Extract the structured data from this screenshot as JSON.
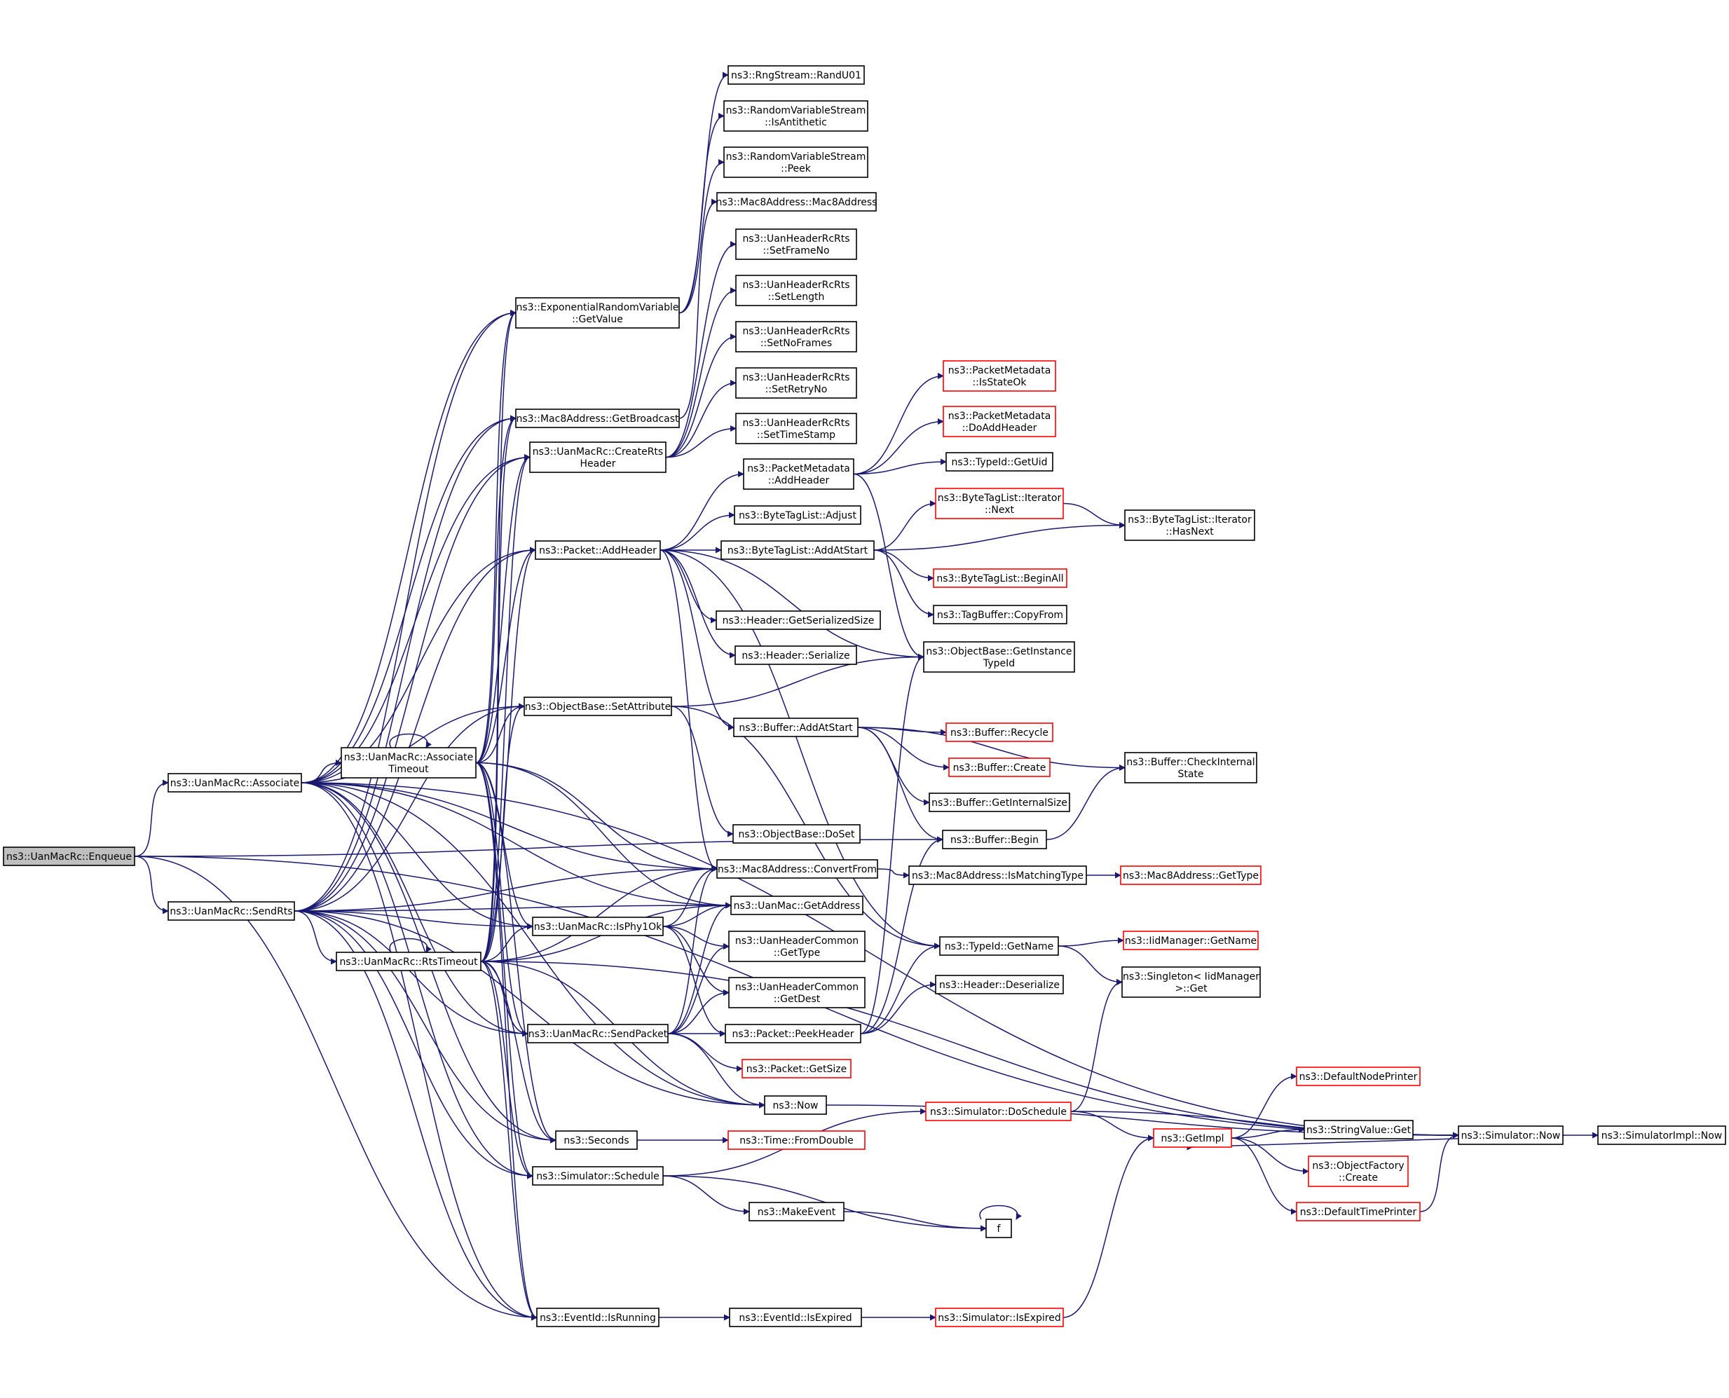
{
  "graph": {
    "colors": {
      "edge": "#191970",
      "node_border": "#000000",
      "truncated_border": "#ff0000",
      "root_fill": "#bfbfbf",
      "node_fill": "#ffffff"
    },
    "nodes": [
      {
        "id": "enqueue",
        "lines": [
          "ns3::UanMacRc::Enqueue"
        ],
        "root": true
      },
      {
        "id": "associate",
        "lines": [
          "ns3::UanMacRc::Associate"
        ]
      },
      {
        "id": "sendrts",
        "lines": [
          "ns3::UanMacRc::SendRts"
        ]
      },
      {
        "id": "assoctimeout",
        "lines": [
          "ns3::UanMacRc::Associate",
          "Timeout"
        ]
      },
      {
        "id": "rtstimeout",
        "lines": [
          "ns3::UanMacRc::RtsTimeout"
        ]
      },
      {
        "id": "expgetvalue",
        "lines": [
          "ns3::ExponentialRandomVariable",
          "::GetValue"
        ]
      },
      {
        "id": "getbroadcast",
        "lines": [
          "ns3::Mac8Address::GetBroadcast"
        ]
      },
      {
        "id": "creatertsheader",
        "lines": [
          "ns3::UanMacRc::CreateRts",
          "Header"
        ]
      },
      {
        "id": "packetaddheader",
        "lines": [
          "ns3::Packet::AddHeader"
        ]
      },
      {
        "id": "setattribute",
        "lines": [
          "ns3::ObjectBase::SetAttribute"
        ]
      },
      {
        "id": "isphy1ok",
        "lines": [
          "ns3::UanMacRc::IsPhy1Ok"
        ]
      },
      {
        "id": "sendpacket",
        "lines": [
          "ns3::UanMacRc::SendPacket"
        ]
      },
      {
        "id": "seconds",
        "lines": [
          "ns3::Seconds"
        ]
      },
      {
        "id": "simschedule",
        "lines": [
          "ns3::Simulator::Schedule"
        ]
      },
      {
        "id": "isrunning",
        "lines": [
          "ns3::EventId::IsRunning"
        ]
      },
      {
        "id": "randu01",
        "lines": [
          "ns3::RngStream::RandU01"
        ]
      },
      {
        "id": "isantithetic",
        "lines": [
          "ns3::RandomVariableStream",
          "::IsAntithetic"
        ]
      },
      {
        "id": "rvspeek",
        "lines": [
          "ns3::RandomVariableStream",
          "::Peek"
        ]
      },
      {
        "id": "mac8ctor",
        "lines": [
          "ns3::Mac8Address::Mac8Address"
        ]
      },
      {
        "id": "setframeno",
        "lines": [
          "ns3::UanHeaderRcRts",
          "::SetFrameNo"
        ]
      },
      {
        "id": "setlength",
        "lines": [
          "ns3::UanHeaderRcRts",
          "::SetLength"
        ]
      },
      {
        "id": "setnoframes",
        "lines": [
          "ns3::UanHeaderRcRts",
          "::SetNoFrames"
        ]
      },
      {
        "id": "setretryno",
        "lines": [
          "ns3::UanHeaderRcRts",
          "::SetRetryNo"
        ]
      },
      {
        "id": "settimestamp",
        "lines": [
          "ns3::UanHeaderRcRts",
          "::SetTimeStamp"
        ]
      },
      {
        "id": "pmaddheader",
        "lines": [
          "ns3::PacketMetadata",
          "::AddHeader"
        ]
      },
      {
        "id": "btladjust",
        "lines": [
          "ns3::ByteTagList::Adjust"
        ]
      },
      {
        "id": "btladdatstart",
        "lines": [
          "ns3::ByteTagList::AddAtStart"
        ]
      },
      {
        "id": "hgetserialized",
        "lines": [
          "ns3::Header::GetSerializedSize"
        ]
      },
      {
        "id": "hserialize",
        "lines": [
          "ns3::Header::Serialize"
        ]
      },
      {
        "id": "bufaddatstart",
        "lines": [
          "ns3::Buffer::AddAtStart"
        ]
      },
      {
        "id": "objdoset",
        "lines": [
          "ns3::ObjectBase::DoSet"
        ]
      },
      {
        "id": "convertfrom",
        "lines": [
          "ns3::Mac8Address::ConvertFrom"
        ]
      },
      {
        "id": "uangetaddress",
        "lines": [
          "ns3::UanMac::GetAddress"
        ]
      },
      {
        "id": "uhcgettype",
        "lines": [
          "ns3::UanHeaderCommon",
          "::GetType"
        ]
      },
      {
        "id": "uhcgetdest",
        "lines": [
          "ns3::UanHeaderCommon",
          "::GetDest"
        ]
      },
      {
        "id": "peekheader",
        "lines": [
          "ns3::Packet::PeekHeader"
        ]
      },
      {
        "id": "packetgetsize",
        "lines": [
          "ns3::Packet::GetSize"
        ],
        "truncated": true
      },
      {
        "id": "now",
        "lines": [
          "ns3::Now"
        ]
      },
      {
        "id": "fromdouble",
        "lines": [
          "ns3::Time::FromDouble"
        ],
        "truncated": true
      },
      {
        "id": "makeevent",
        "lines": [
          "ns3::MakeEvent"
        ]
      },
      {
        "id": "f",
        "lines": [
          "f"
        ]
      },
      {
        "id": "isexpired",
        "lines": [
          "ns3::EventId::IsExpired"
        ]
      },
      {
        "id": "pmisstateok",
        "lines": [
          "ns3::PacketMetadata",
          "::IsStateOk"
        ],
        "truncated": true
      },
      {
        "id": "pmdoaddheader",
        "lines": [
          "ns3::PacketMetadata",
          "::DoAddHeader"
        ],
        "truncated": true
      },
      {
        "id": "typeidgetuid",
        "lines": [
          "ns3::TypeId::GetUid"
        ]
      },
      {
        "id": "btliternext",
        "lines": [
          "ns3::ByteTagList::Iterator",
          "::Next"
        ],
        "truncated": true
      },
      {
        "id": "btlbeginall",
        "lines": [
          "ns3::ByteTagList::BeginAll"
        ],
        "truncated": true
      },
      {
        "id": "tagbufcopyfrom",
        "lines": [
          "ns3::TagBuffer::CopyFrom"
        ]
      },
      {
        "id": "getinstancetypeid",
        "lines": [
          "ns3::ObjectBase::GetInstance",
          "TypeId"
        ]
      },
      {
        "id": "bufrecycle",
        "lines": [
          "ns3::Buffer::Recycle"
        ],
        "truncated": true
      },
      {
        "id": "bufcreate",
        "lines": [
          "ns3::Buffer::Create"
        ],
        "truncated": true
      },
      {
        "id": "bufgetinternalsize",
        "lines": [
          "ns3::Buffer::GetInternalSize"
        ]
      },
      {
        "id": "bufbegin",
        "lines": [
          "ns3::Buffer::Begin"
        ]
      },
      {
        "id": "ismatchingtype",
        "lines": [
          "ns3::Mac8Address::IsMatchingType"
        ]
      },
      {
        "id": "typeidgetname",
        "lines": [
          "ns3::TypeId::GetName"
        ]
      },
      {
        "id": "hdeserialize",
        "lines": [
          "ns3::Header::Deserialize"
        ]
      },
      {
        "id": "simdoschedule",
        "lines": [
          "ns3::Simulator::DoSchedule"
        ],
        "truncated": true
      },
      {
        "id": "simisexpired",
        "lines": [
          "ns3::Simulator::IsExpired"
        ],
        "truncated": true
      },
      {
        "id": "btliterhasnext",
        "lines": [
          "ns3::ByteTagList::Iterator",
          "::HasNext"
        ]
      },
      {
        "id": "bufcheckinternal",
        "lines": [
          "ns3::Buffer::CheckInternal",
          "State"
        ]
      },
      {
        "id": "mac8gettype",
        "lines": [
          "ns3::Mac8Address::GetType"
        ],
        "truncated": true
      },
      {
        "id": "iidmgetname",
        "lines": [
          "ns3::IidManager::GetName"
        ],
        "truncated": true
      },
      {
        "id": "singletonget",
        "lines": [
          "ns3::Singleton< IidManager",
          ">::Get"
        ]
      },
      {
        "id": "getimpl",
        "lines": [
          "ns3::GetImpl"
        ],
        "truncated": true
      },
      {
        "id": "defaultnodeprinter",
        "lines": [
          "ns3::DefaultNodePrinter"
        ],
        "truncated": true
      },
      {
        "id": "stringvalueget",
        "lines": [
          "ns3::StringValue::Get"
        ]
      },
      {
        "id": "objectfactorycreate",
        "lines": [
          "ns3::ObjectFactory",
          "::Create"
        ],
        "truncated": true
      },
      {
        "id": "defaulttimeprinter",
        "lines": [
          "ns3::DefaultTimePrinter"
        ],
        "truncated": true
      },
      {
        "id": "simnow",
        "lines": [
          "ns3::Simulator::Now"
        ]
      },
      {
        "id": "simimplnow",
        "lines": [
          "ns3::SimulatorImpl::Now"
        ]
      }
    ],
    "edges": [
      [
        "enqueue",
        "associate"
      ],
      [
        "enqueue",
        "sendrts"
      ],
      [
        "enqueue",
        "isrunning"
      ],
      [
        "enqueue",
        "simnow"
      ],
      [
        "enqueue",
        "bufbegin"
      ],
      [
        "associate",
        "assoctimeout"
      ],
      [
        "associate",
        "expgetvalue"
      ],
      [
        "associate",
        "getbroadcast"
      ],
      [
        "associate",
        "creatertsheader"
      ],
      [
        "associate",
        "packetaddheader"
      ],
      [
        "associate",
        "setattribute"
      ],
      [
        "associate",
        "isphy1ok"
      ],
      [
        "associate",
        "sendpacket"
      ],
      [
        "associate",
        "seconds"
      ],
      [
        "associate",
        "simschedule"
      ],
      [
        "associate",
        "isrunning"
      ],
      [
        "associate",
        "convertfrom"
      ],
      [
        "associate",
        "uangetaddress"
      ],
      [
        "associate",
        "now"
      ],
      [
        "associate",
        "simnow"
      ],
      [
        "sendrts",
        "rtstimeout"
      ],
      [
        "sendrts",
        "expgetvalue"
      ],
      [
        "sendrts",
        "getbroadcast"
      ],
      [
        "sendrts",
        "creatertsheader"
      ],
      [
        "sendrts",
        "packetaddheader"
      ],
      [
        "sendrts",
        "setattribute"
      ],
      [
        "sendrts",
        "isphy1ok"
      ],
      [
        "sendrts",
        "sendpacket"
      ],
      [
        "sendrts",
        "seconds"
      ],
      [
        "sendrts",
        "simschedule"
      ],
      [
        "sendrts",
        "isrunning"
      ],
      [
        "sendrts",
        "convertfrom"
      ],
      [
        "sendrts",
        "uangetaddress"
      ],
      [
        "sendrts",
        "now"
      ],
      [
        "assoctimeout",
        "assoctimeout"
      ],
      [
        "assoctimeout",
        "expgetvalue"
      ],
      [
        "assoctimeout",
        "getbroadcast"
      ],
      [
        "assoctimeout",
        "creatertsheader"
      ],
      [
        "assoctimeout",
        "packetaddheader"
      ],
      [
        "assoctimeout",
        "setattribute"
      ],
      [
        "assoctimeout",
        "isphy1ok"
      ],
      [
        "assoctimeout",
        "sendpacket"
      ],
      [
        "assoctimeout",
        "seconds"
      ],
      [
        "assoctimeout",
        "simschedule"
      ],
      [
        "assoctimeout",
        "isrunning"
      ],
      [
        "assoctimeout",
        "convertfrom"
      ],
      [
        "assoctimeout",
        "uangetaddress"
      ],
      [
        "rtstimeout",
        "rtstimeout"
      ],
      [
        "rtstimeout",
        "expgetvalue"
      ],
      [
        "rtstimeout",
        "getbroadcast"
      ],
      [
        "rtstimeout",
        "creatertsheader"
      ],
      [
        "rtstimeout",
        "packetaddheader"
      ],
      [
        "rtstimeout",
        "setattribute"
      ],
      [
        "rtstimeout",
        "isphy1ok"
      ],
      [
        "rtstimeout",
        "sendpacket"
      ],
      [
        "rtstimeout",
        "seconds"
      ],
      [
        "rtstimeout",
        "simschedule"
      ],
      [
        "rtstimeout",
        "isrunning"
      ],
      [
        "rtstimeout",
        "convertfrom"
      ],
      [
        "rtstimeout",
        "uangetaddress"
      ],
      [
        "rtstimeout",
        "now"
      ],
      [
        "rtstimeout",
        "simnow"
      ],
      [
        "expgetvalue",
        "randu01"
      ],
      [
        "expgetvalue",
        "isantithetic"
      ],
      [
        "expgetvalue",
        "rvspeek"
      ],
      [
        "getbroadcast",
        "mac8ctor"
      ],
      [
        "creatertsheader",
        "setframeno"
      ],
      [
        "creatertsheader",
        "setlength"
      ],
      [
        "creatertsheader",
        "setnoframes"
      ],
      [
        "creatertsheader",
        "setretryno"
      ],
      [
        "creatertsheader",
        "settimestamp"
      ],
      [
        "packetaddheader",
        "pmaddheader"
      ],
      [
        "packetaddheader",
        "btladjust"
      ],
      [
        "packetaddheader",
        "btladdatstart"
      ],
      [
        "packetaddheader",
        "hgetserialized"
      ],
      [
        "packetaddheader",
        "hserialize"
      ],
      [
        "packetaddheader",
        "bufaddatstart"
      ],
      [
        "packetaddheader",
        "getinstancetypeid"
      ],
      [
        "packetaddheader",
        "typeidgetname"
      ],
      [
        "packetaddheader",
        "convertfrom"
      ],
      [
        "setattribute",
        "getinstancetypeid"
      ],
      [
        "setattribute",
        "objdoset"
      ],
      [
        "setattribute",
        "typeidgetname"
      ],
      [
        "isphy1ok",
        "uhcgettype"
      ],
      [
        "isphy1ok",
        "uhcgetdest"
      ],
      [
        "isphy1ok",
        "peekheader"
      ],
      [
        "isphy1ok",
        "convertfrom"
      ],
      [
        "isphy1ok",
        "uangetaddress"
      ],
      [
        "sendpacket",
        "convertfrom"
      ],
      [
        "sendpacket",
        "uangetaddress"
      ],
      [
        "sendpacket",
        "uhcgettype"
      ],
      [
        "sendpacket",
        "uhcgetdest"
      ],
      [
        "sendpacket",
        "peekheader"
      ],
      [
        "sendpacket",
        "packetgetsize"
      ],
      [
        "sendpacket",
        "now"
      ],
      [
        "seconds",
        "fromdouble"
      ],
      [
        "simschedule",
        "makeevent"
      ],
      [
        "simschedule",
        "f"
      ],
      [
        "simschedule",
        "simdoschedule"
      ],
      [
        "isrunning",
        "isexpired"
      ],
      [
        "makeevent",
        "f"
      ],
      [
        "f",
        "f"
      ],
      [
        "isexpired",
        "simisexpired"
      ],
      [
        "pmaddheader",
        "pmisstateok"
      ],
      [
        "pmaddheader",
        "pmdoaddheader"
      ],
      [
        "pmaddheader",
        "typeidgetuid"
      ],
      [
        "pmaddheader",
        "getinstancetypeid"
      ],
      [
        "btladdatstart",
        "btliternext"
      ],
      [
        "btladdatstart",
        "btlbeginall"
      ],
      [
        "btladdatstart",
        "tagbufcopyfrom"
      ],
      [
        "btladdatstart",
        "btliterhasnext"
      ],
      [
        "btliternext",
        "btliterhasnext"
      ],
      [
        "bufaddatstart",
        "bufrecycle"
      ],
      [
        "bufaddatstart",
        "bufcreate"
      ],
      [
        "bufaddatstart",
        "bufgetinternalsize"
      ],
      [
        "bufaddatstart",
        "bufcheckinternal"
      ],
      [
        "bufaddatstart",
        "bufbegin"
      ],
      [
        "bufbegin",
        "bufcheckinternal"
      ],
      [
        "convertfrom",
        "ismatchingtype"
      ],
      [
        "ismatchingtype",
        "mac8gettype"
      ],
      [
        "peekheader",
        "hdeserialize"
      ],
      [
        "peekheader",
        "getinstancetypeid"
      ],
      [
        "peekheader",
        "typeidgetname"
      ],
      [
        "peekheader",
        "bufbegin"
      ],
      [
        "typeidgetname",
        "iidmgetname"
      ],
      [
        "typeidgetname",
        "singletonget"
      ],
      [
        "now",
        "simnow"
      ],
      [
        "simdoschedule",
        "singletonget"
      ],
      [
        "simdoschedule",
        "getimpl"
      ],
      [
        "simdoschedule",
        "simnow"
      ],
      [
        "simisexpired",
        "getimpl"
      ],
      [
        "getimpl",
        "defaultnodeprinter"
      ],
      [
        "getimpl",
        "stringvalueget"
      ],
      [
        "getimpl",
        "objectfactorycreate"
      ],
      [
        "getimpl",
        "defaulttimeprinter"
      ],
      [
        "defaulttimeprinter",
        "simnow"
      ],
      [
        "simnow",
        "getimpl"
      ],
      [
        "simnow",
        "simimplnow"
      ]
    ]
  }
}
